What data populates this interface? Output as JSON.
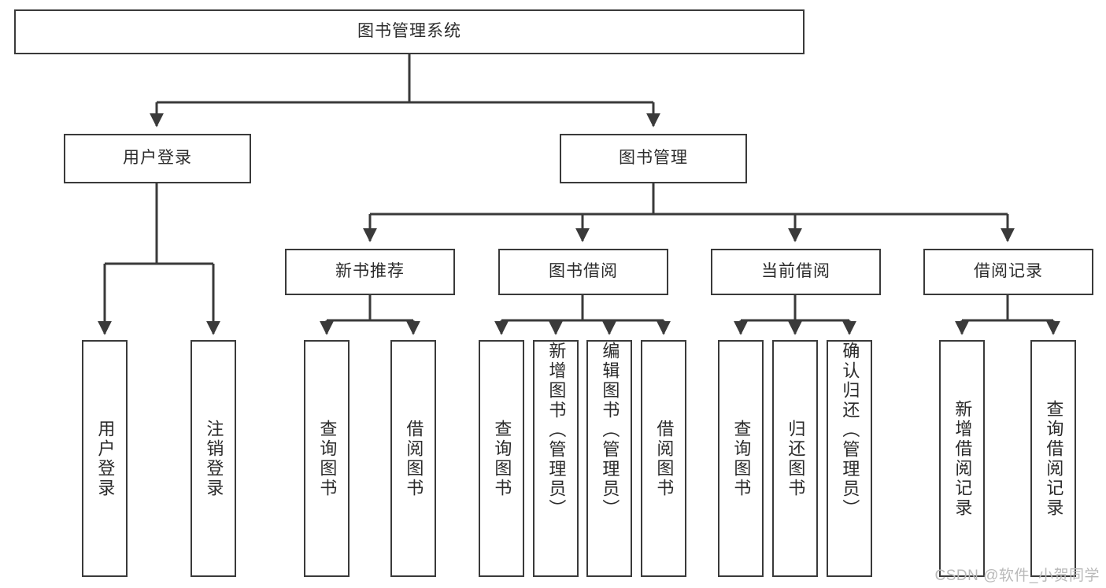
{
  "diagram": {
    "title_node": {
      "label": "图书管理系统"
    },
    "level2": [
      {
        "label": "用户登录"
      },
      {
        "label": "图书管理"
      }
    ],
    "level3": [
      {
        "label": "新书推荐"
      },
      {
        "label": "图书借阅"
      },
      {
        "label": "当前借阅"
      },
      {
        "label": "借阅记录"
      }
    ],
    "leaves": [
      {
        "label": "用户登录"
      },
      {
        "label": "注销登录"
      },
      {
        "label": "查询图书"
      },
      {
        "label": "借阅图书"
      },
      {
        "label": "查询图书"
      },
      {
        "label": "新增图书（管理员）"
      },
      {
        "label": "编辑图书（管理员）"
      },
      {
        "label": "借阅图书"
      },
      {
        "label": "查询图书"
      },
      {
        "label": "归还图书"
      },
      {
        "label": "确认归还（管理员）"
      },
      {
        "label": "新增借阅记录"
      },
      {
        "label": "查询借阅记录"
      }
    ]
  },
  "watermark": {
    "text": "CSDN @软件_小贺同学"
  },
  "colors": {
    "box_border": "#3a3a3a",
    "text": "#2b2b2b",
    "background": "#ffffff",
    "watermark": "#b9b9b9"
  }
}
